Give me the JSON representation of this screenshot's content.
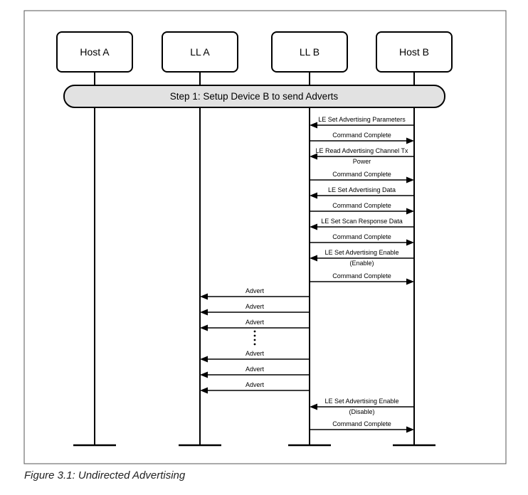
{
  "participants": [
    {
      "key": "host_a",
      "label": "Host A"
    },
    {
      "key": "ll_a",
      "label": "LL A"
    },
    {
      "key": "ll_b",
      "label": "LL B"
    },
    {
      "key": "host_b",
      "label": "Host B"
    }
  ],
  "step": {
    "label": "Step 1: Setup Device B to send Adverts"
  },
  "messages": [
    {
      "from": "host_b",
      "to": "ll_b",
      "lines": [
        "LE Set Advertising Parameters"
      ]
    },
    {
      "from": "ll_b",
      "to": "host_b",
      "lines": [
        "Command Complete"
      ]
    },
    {
      "from": "host_b",
      "to": "ll_b",
      "lines": [
        "LE Read Advertising Channel Tx",
        "Power"
      ]
    },
    {
      "from": "ll_b",
      "to": "host_b",
      "lines": [
        "Command Complete"
      ]
    },
    {
      "from": "host_b",
      "to": "ll_b",
      "lines": [
        "LE Set Advertising Data"
      ]
    },
    {
      "from": "ll_b",
      "to": "host_b",
      "lines": [
        "Command Complete"
      ]
    },
    {
      "from": "host_b",
      "to": "ll_b",
      "lines": [
        "LE Set Scan Response Data"
      ]
    },
    {
      "from": "ll_b",
      "to": "host_b",
      "lines": [
        "Command Complete"
      ]
    },
    {
      "from": "host_b",
      "to": "ll_b",
      "lines": [
        "LE Set Advertising Enable",
        "(Enable)"
      ]
    },
    {
      "from": "ll_b",
      "to": "host_b",
      "lines": [
        "Command Complete"
      ]
    },
    {
      "from": "ll_b",
      "to": "ll_a",
      "lines": [
        "Advert"
      ]
    },
    {
      "from": "ll_b",
      "to": "ll_a",
      "lines": [
        "Advert"
      ]
    },
    {
      "from": "ll_b",
      "to": "ll_a",
      "lines": [
        "Advert"
      ]
    },
    {
      "ellipsis": true
    },
    {
      "from": "ll_b",
      "to": "ll_a",
      "lines": [
        "Advert"
      ]
    },
    {
      "from": "ll_b",
      "to": "ll_a",
      "lines": [
        "Advert"
      ]
    },
    {
      "from": "ll_b",
      "to": "ll_a",
      "lines": [
        "Advert"
      ]
    },
    {
      "from": "host_b",
      "to": "ll_b",
      "lines": [
        "LE Set Advertising Enable",
        "(Disable)"
      ]
    },
    {
      "from": "ll_b",
      "to": "host_b",
      "lines": [
        "Command Complete"
      ]
    }
  ],
  "caption": "Figure 3.1:  Undirected Advertising"
}
